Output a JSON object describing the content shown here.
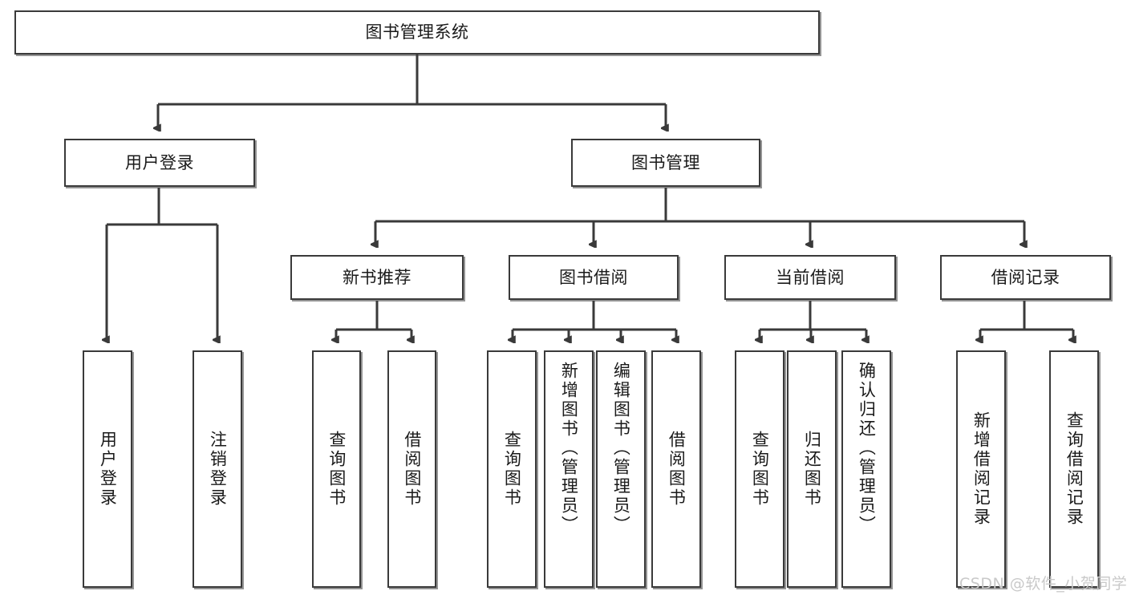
{
  "diagram": {
    "title_node": {
      "label": "图书管理系统"
    },
    "level2": [
      {
        "label": "用户登录"
      },
      {
        "label": "图书管理"
      }
    ],
    "level3": [
      {
        "label": "新书推荐"
      },
      {
        "label": "图书借阅"
      },
      {
        "label": "当前借阅"
      },
      {
        "label": "借阅记录"
      }
    ],
    "leaves_user_login": [
      {
        "label": "用户登录"
      },
      {
        "label": "注销登录"
      }
    ],
    "leaves_new_book": [
      {
        "label": "查询图书"
      },
      {
        "label": "借阅图书"
      }
    ],
    "leaves_borrow": [
      {
        "label": "查询图书"
      },
      {
        "label": "新增图书（管理员）"
      },
      {
        "label": "编辑图书（管理员）"
      },
      {
        "label": "借阅图书"
      }
    ],
    "leaves_current": [
      {
        "label": "查询图书"
      },
      {
        "label": "归还图书"
      },
      {
        "label": "确认归还（管理员）"
      }
    ],
    "leaves_records": [
      {
        "label": "新增借阅记录"
      },
      {
        "label": "查询借阅记录"
      }
    ]
  },
  "watermark": {
    "text": "CSDN @软件_小贺同学"
  },
  "colors": {
    "border": "#3a3a3a",
    "text": "#1a1a1a",
    "background": "#ffffff",
    "watermark": "#c9c9c9"
  }
}
